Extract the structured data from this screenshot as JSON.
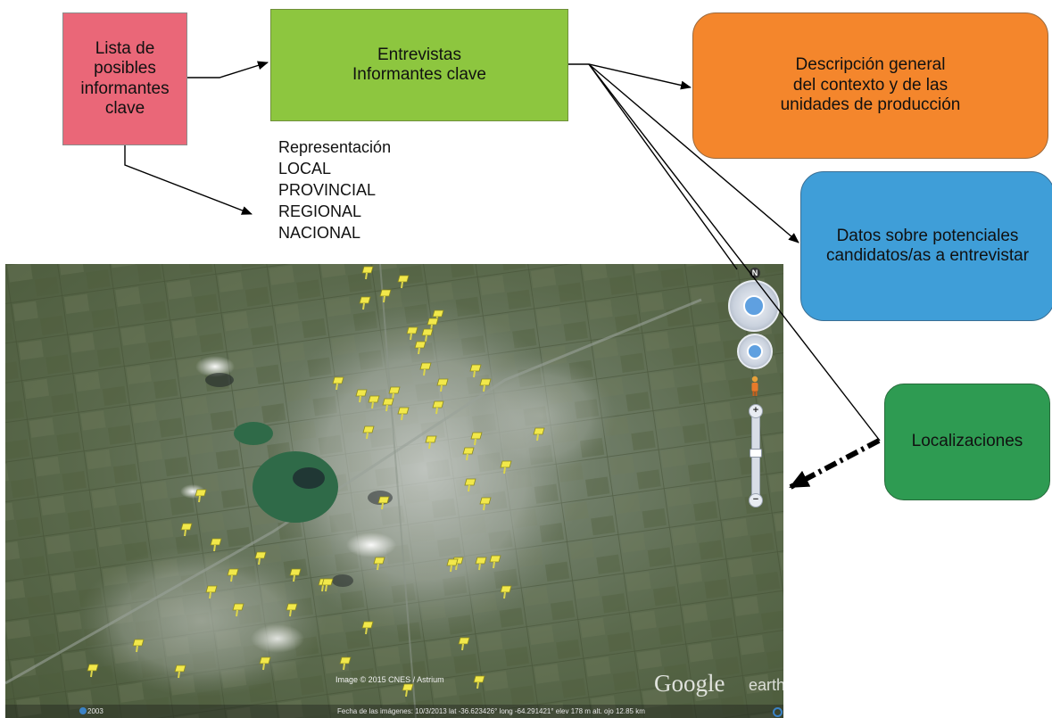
{
  "boxes": {
    "lista": "Lista de\nposibles\ninformantes\nclave",
    "entrevistas": "Entrevistas\nInformantes clave",
    "descripcion": "Descripción general\ndel contexto y de las\nunidades de producción",
    "datos": "Datos sobre potenciales\ncandidatos/as a entrevistar",
    "localizaciones": "Localizaciones"
  },
  "representacion": {
    "title": "Representación",
    "levels": [
      "LOCAL",
      "PROVINCIAL",
      "REGIONAL",
      "NACIONAL"
    ]
  },
  "map": {
    "north_label": "N",
    "zoom_in": "+",
    "zoom_out": "−",
    "brand_google": "Google",
    "brand_earth": "earth",
    "image_credit": "Image © 2015 CNES / Astrium",
    "status_year": "2003",
    "status_info": "Fecha de las imágenes: 10/3/2013     lat  -36.623426°  long  -64.291421°  elev  178 m    alt. ojo  12.85 km",
    "pin_count": 55
  },
  "colors": {
    "lista": "#ea6778",
    "entrevistas": "#8dc63f",
    "descripcion": "#f4862c",
    "datos": "#3f9ed8",
    "localizaciones": "#2e9b52",
    "pin": "#f2e84a"
  }
}
